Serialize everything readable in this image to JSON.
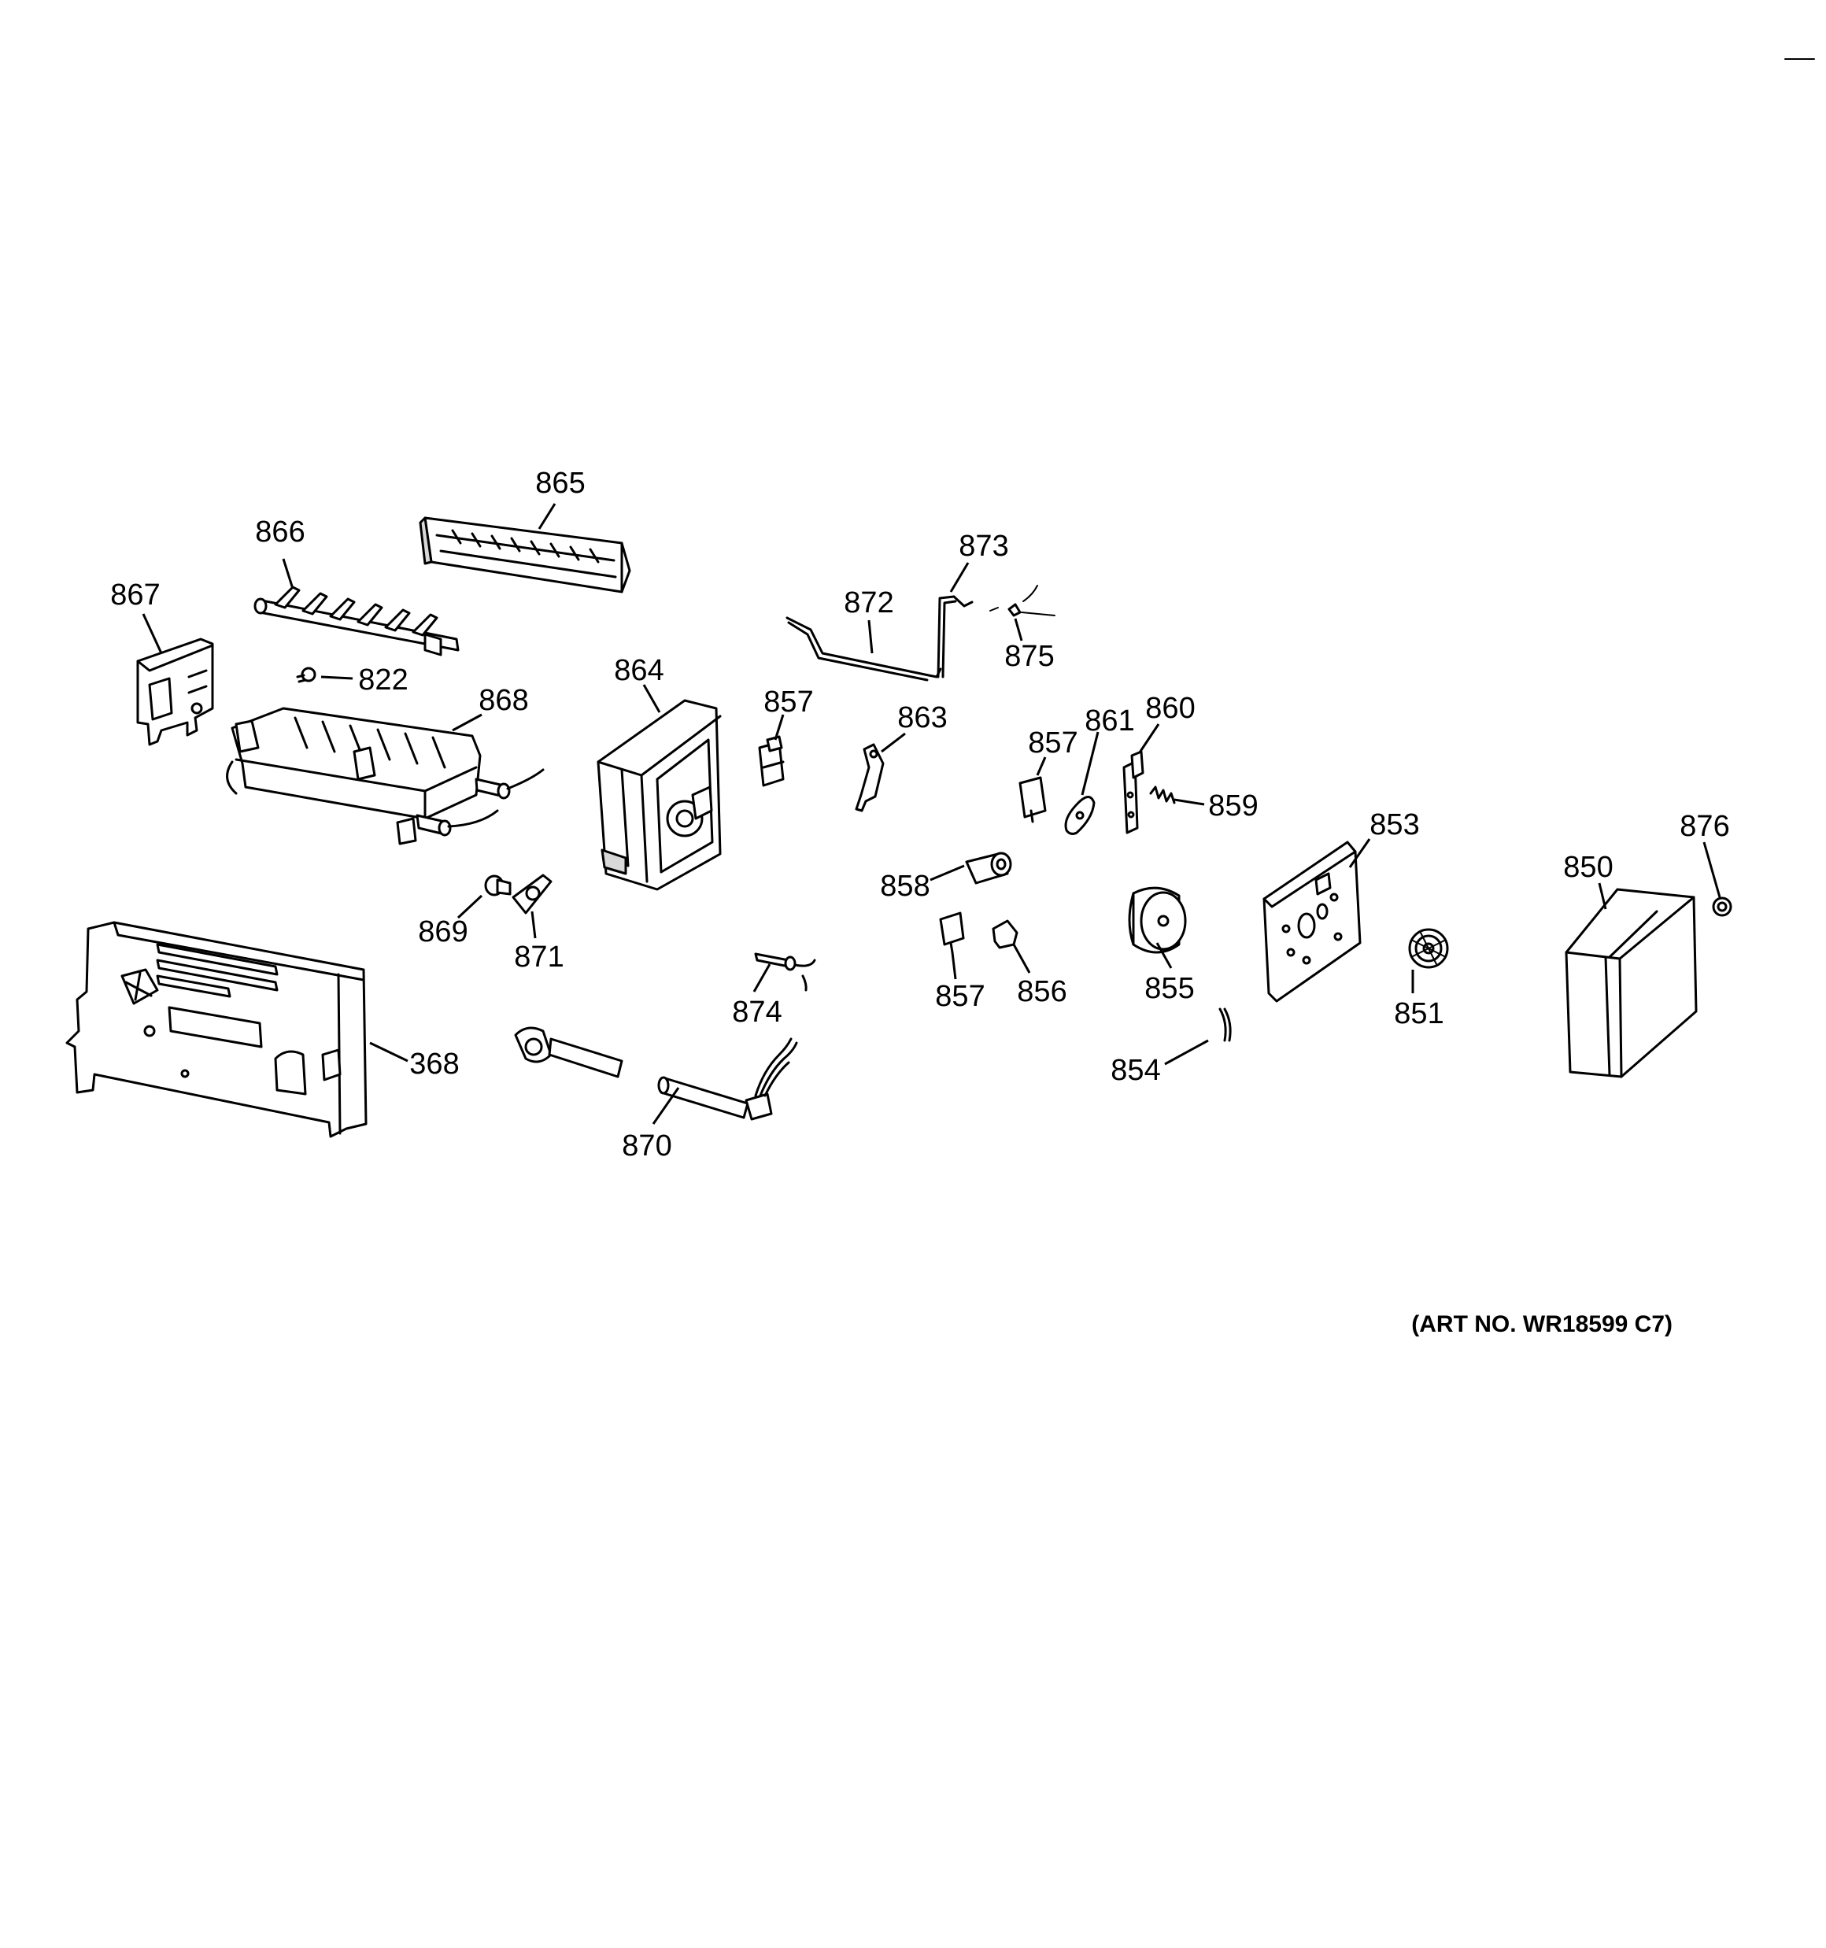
{
  "diagram": {
    "art_number": "(ART NO. WR18599 C7)",
    "parts": [
      {
        "key": "p865",
        "label": "865"
      },
      {
        "key": "p866",
        "label": "866"
      },
      {
        "key": "p867",
        "label": "867"
      },
      {
        "key": "p822",
        "label": "822"
      },
      {
        "key": "p868",
        "label": "868"
      },
      {
        "key": "p864",
        "label": "864"
      },
      {
        "key": "p872",
        "label": "872"
      },
      {
        "key": "p873",
        "label": "873"
      },
      {
        "key": "p875",
        "label": "875"
      },
      {
        "key": "p857a",
        "label": "857"
      },
      {
        "key": "p863",
        "label": "863"
      },
      {
        "key": "p857b",
        "label": "857"
      },
      {
        "key": "p861",
        "label": "861"
      },
      {
        "key": "p860",
        "label": "860"
      },
      {
        "key": "p859",
        "label": "859"
      },
      {
        "key": "p853",
        "label": "853"
      },
      {
        "key": "p876",
        "label": "876"
      },
      {
        "key": "p850",
        "label": "850"
      },
      {
        "key": "p858",
        "label": "858"
      },
      {
        "key": "p869",
        "label": "869"
      },
      {
        "key": "p871",
        "label": "871"
      },
      {
        "key": "p857c",
        "label": "857"
      },
      {
        "key": "p856",
        "label": "856"
      },
      {
        "key": "p855",
        "label": "855"
      },
      {
        "key": "p851",
        "label": "851"
      },
      {
        "key": "p874",
        "label": "874"
      },
      {
        "key": "p368",
        "label": "368"
      },
      {
        "key": "p854",
        "label": "854"
      },
      {
        "key": "p870",
        "label": "870"
      }
    ]
  }
}
